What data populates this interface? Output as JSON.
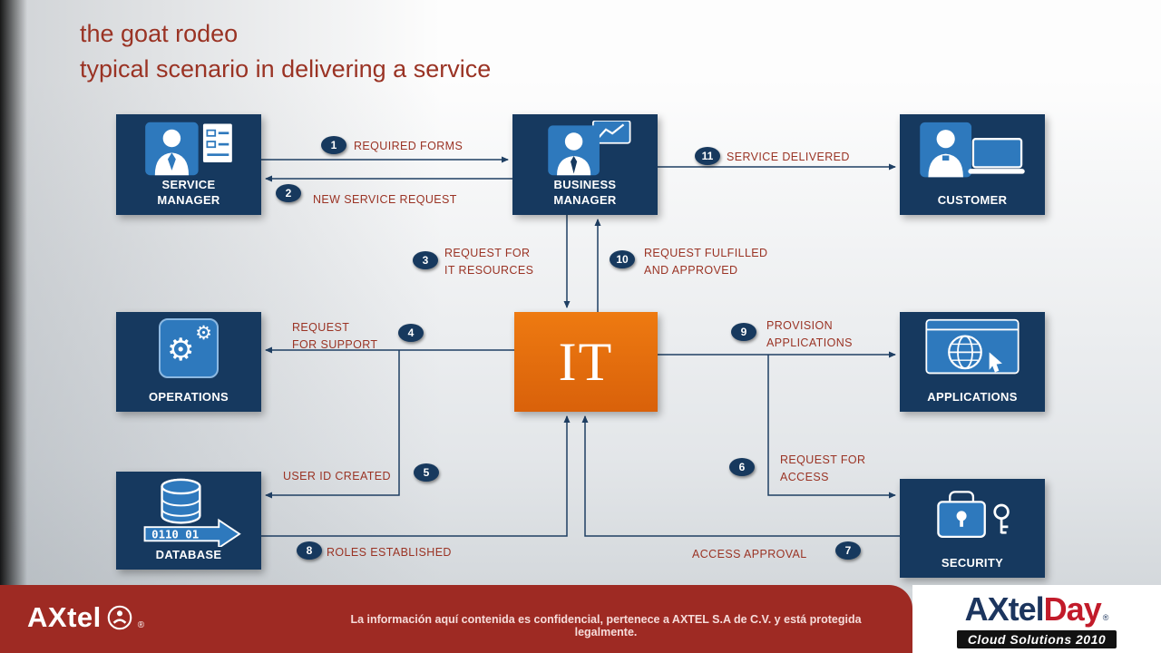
{
  "title": {
    "line1": "the goat rodeo",
    "line2": "typical scenario in delivering a service"
  },
  "nodes": {
    "service_manager": {
      "label": "SERVICE\nMANAGER"
    },
    "business_manager": {
      "label": "BUSINESS\nMANAGER"
    },
    "customer": {
      "label": "CUSTOMER"
    },
    "operations": {
      "label": "OPERATIONS"
    },
    "it": {
      "label": "IT"
    },
    "applications": {
      "label": "APPLICATIONS"
    },
    "database": {
      "label": "DATABASE",
      "binary": "0110 01"
    },
    "security": {
      "label": "SECURITY"
    }
  },
  "steps": {
    "s1": {
      "num": "1",
      "label": "REQUIRED FORMS"
    },
    "s2": {
      "num": "2",
      "label": "NEW SERVICE REQUEST"
    },
    "s3": {
      "num": "3",
      "label": "REQUEST FOR\nIT RESOURCES"
    },
    "s4": {
      "num": "4",
      "label": "REQUEST\nFOR SUPPORT"
    },
    "s5": {
      "num": "5",
      "label": "USER ID CREATED"
    },
    "s6": {
      "num": "6",
      "label": "REQUEST FOR\nACCESS"
    },
    "s7": {
      "num": "7",
      "label": "ACCESS APPROVAL"
    },
    "s8": {
      "num": "8",
      "label": "ROLES ESTABLISHED"
    },
    "s9": {
      "num": "9",
      "label": "PROVISION\nAPPLICATIONS"
    },
    "s10": {
      "num": "10",
      "label": "REQUEST FULFILLED\nAND APPROVED"
    },
    "s11": {
      "num": "11",
      "label": "SERVICE DELIVERED"
    }
  },
  "footer": {
    "brand": "AXtel",
    "registered": "®",
    "disclaimer": "La información aquí contenida es confidencial, pertenece a AXTEL S.A de C.V. y está protegida legalmente.",
    "right_logo": {
      "brand": "AXtel",
      "suffix": "Day",
      "registered": "®",
      "tagline": "Cloud Solutions 2010"
    }
  },
  "colors": {
    "node_navy": "#16395f",
    "icon_blue": "#2e79bd",
    "it_orange": "#e36c0a",
    "accent_maroon": "#9a3324",
    "footer_red": "#9e2a23"
  }
}
